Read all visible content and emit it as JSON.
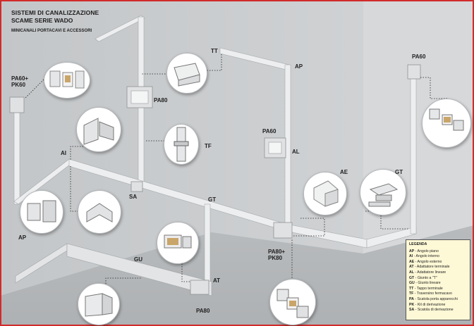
{
  "title": {
    "line1": "SISTEMI DI CANALIZZAZIONE",
    "line2": "SCAME SERIE WADO",
    "line3": "MINICANALI PORTACAVI E ACCESSORI"
  },
  "labels": {
    "pa60pk60": [
      "PA60+",
      "PK60"
    ],
    "ai": "AI",
    "ap_left": "AP",
    "pa80_top": "PA80",
    "tt": "TT",
    "ap_right": "AP",
    "tf": "TF",
    "pa60_mid": "PA60",
    "al": "AL",
    "sa": "SA",
    "gt_mid": "GT",
    "ae": "AE",
    "gt_right": "GT",
    "pa60_right": "PA60",
    "gu": "GU",
    "at": "AT",
    "pa80_bottom": "PA80",
    "pa80pk80": [
      "PA80+",
      "PK80"
    ]
  },
  "legend": {
    "title": "LEGENDA",
    "items": [
      {
        "code": "AP",
        "text": " - Angolo piano"
      },
      {
        "code": "AI",
        "text": " - Angolo interno"
      },
      {
        "code": "AE",
        "text": " - Angolo esterno"
      },
      {
        "code": "AT",
        "text": " - Adattatore terminale"
      },
      {
        "code": "AL",
        "text": " - Adattatore lineare"
      },
      {
        "code": "GT",
        "text": " - Giunto a \"T\""
      },
      {
        "code": "GU",
        "text": " - Giunto lineare"
      },
      {
        "code": "TT",
        "text": " - Tappo terminale"
      },
      {
        "code": "TF",
        "text": " - Traversino fermacavo"
      },
      {
        "code": "PA",
        "text": " - Scatola porta apparecchi"
      },
      {
        "code": "PK",
        "text": " - Kit di derivazione"
      },
      {
        "code": "SA",
        "text": " - Scatola di derivazione"
      }
    ]
  },
  "colors": {
    "wall": "#c9ccce",
    "channel": "#e8eaeb",
    "legend_bg": "#fdf8d6",
    "border": "#d12a2a"
  }
}
